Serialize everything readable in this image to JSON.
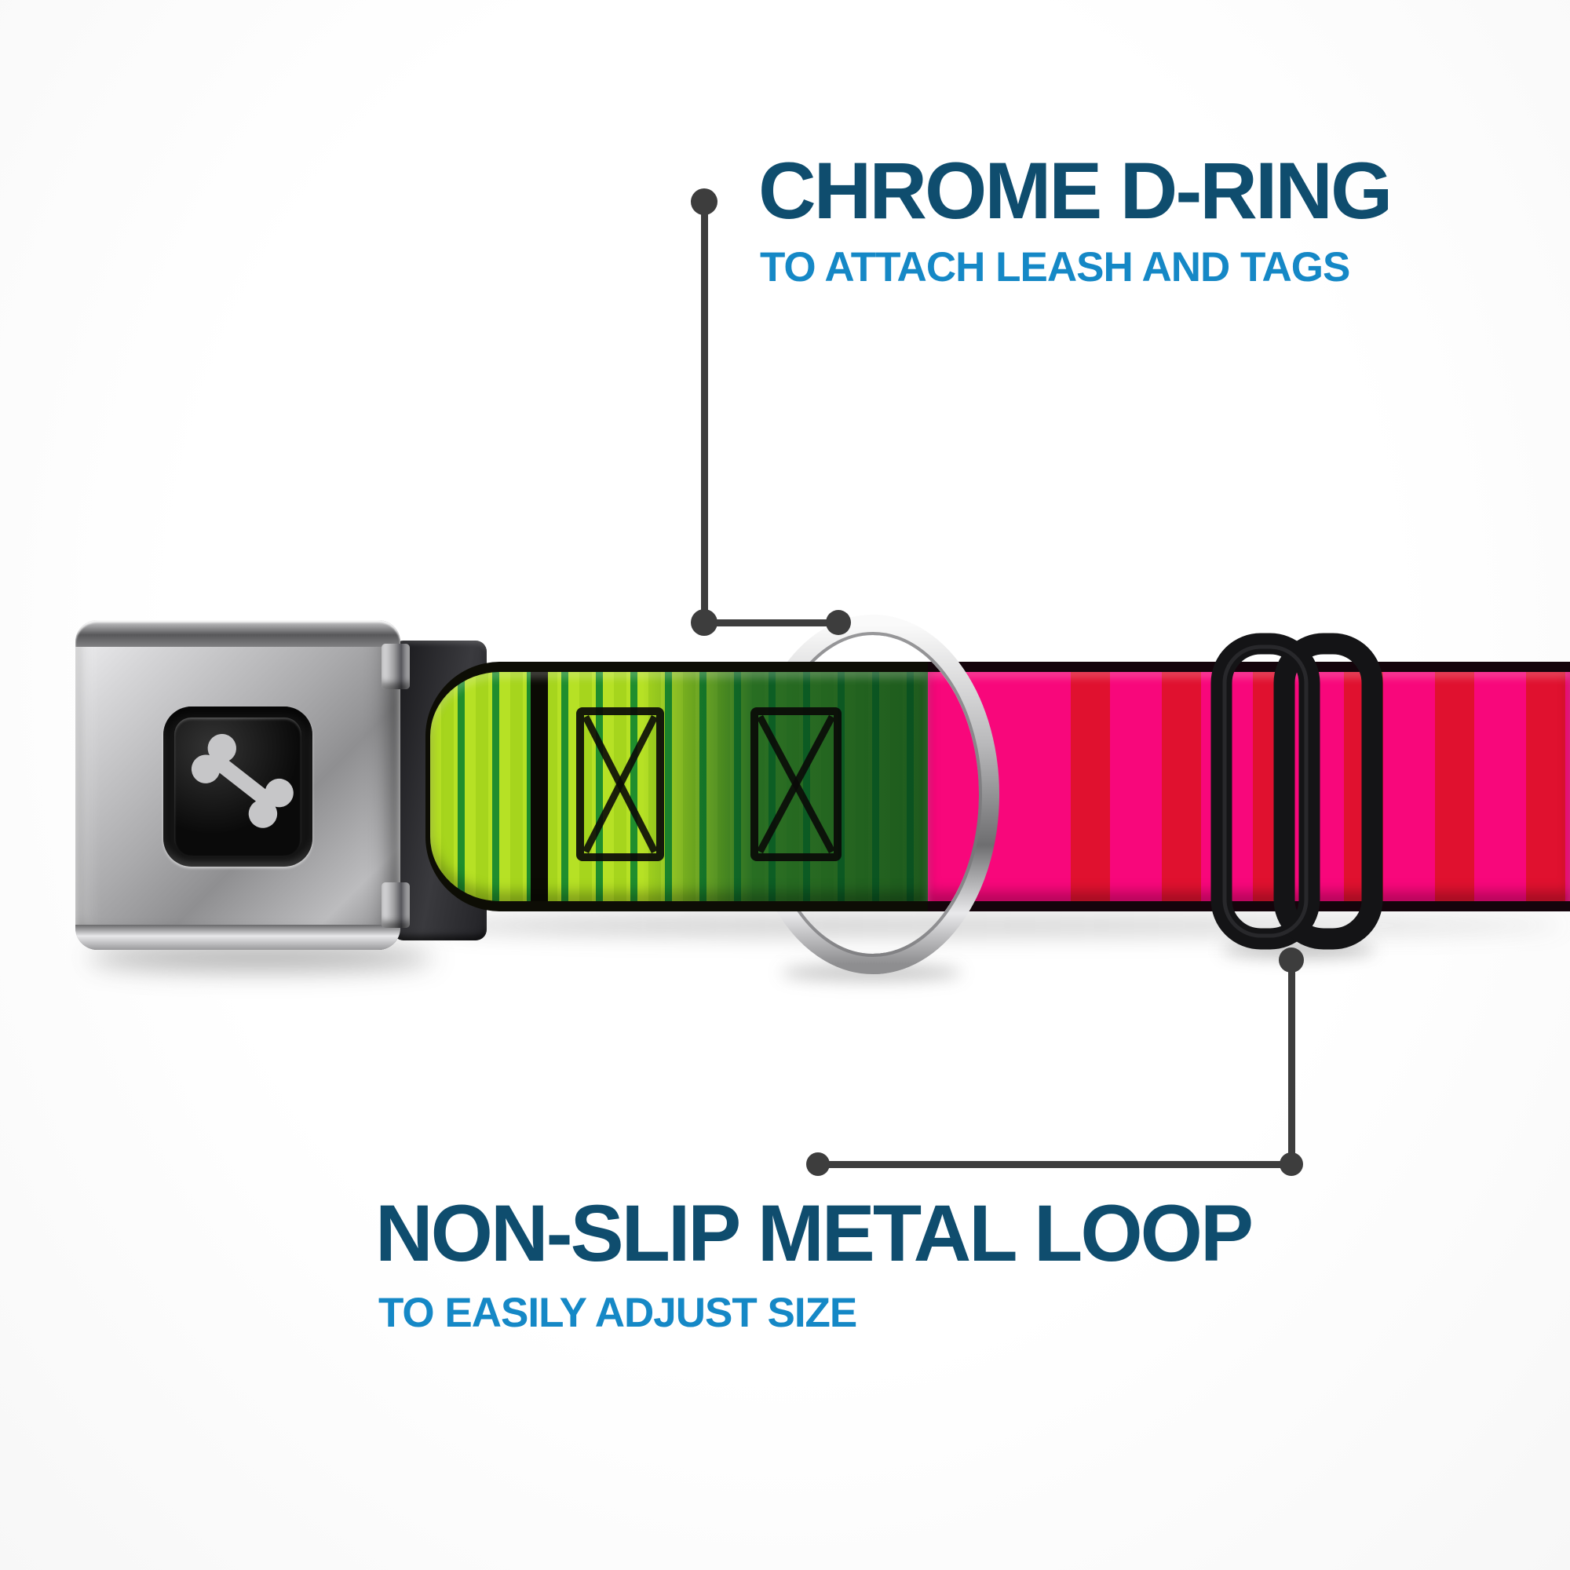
{
  "callouts": {
    "top": {
      "title": "CHROME D-RING",
      "subtitle": "TO ATTACH LEASH AND TAGS",
      "title_color": "#0f4d6e",
      "subtitle_color": "#1588c6"
    },
    "bottom": {
      "title": "NON-SLIP METAL LOOP",
      "subtitle": "TO EASILY ADJUST SIZE",
      "title_color": "#0f4d6e",
      "subtitle_color": "#1588c6"
    },
    "connector_color": "#3d3d3d"
  },
  "product": {
    "name": "dog collar with seatbelt-style buckle",
    "buckle": {
      "finish": "chrome",
      "logo": "dog bone",
      "logo_color": "#c6c6c8",
      "logo_background": "#000000"
    },
    "webbing": {
      "left_section": {
        "pattern": "vertical stripes with box stitching",
        "colors": [
          "#b6e125",
          "#1f8e2d",
          "#0a5a26",
          "#0b0b04"
        ]
      },
      "right_section": {
        "pattern": "vertical stripes",
        "colors": [
          "#f8077b",
          "#e0112f"
        ]
      },
      "edge_color": "#0d0d05"
    },
    "d_ring": {
      "finish": "chrome"
    },
    "slider": {
      "finish": "black metal",
      "color": "#141416"
    }
  }
}
